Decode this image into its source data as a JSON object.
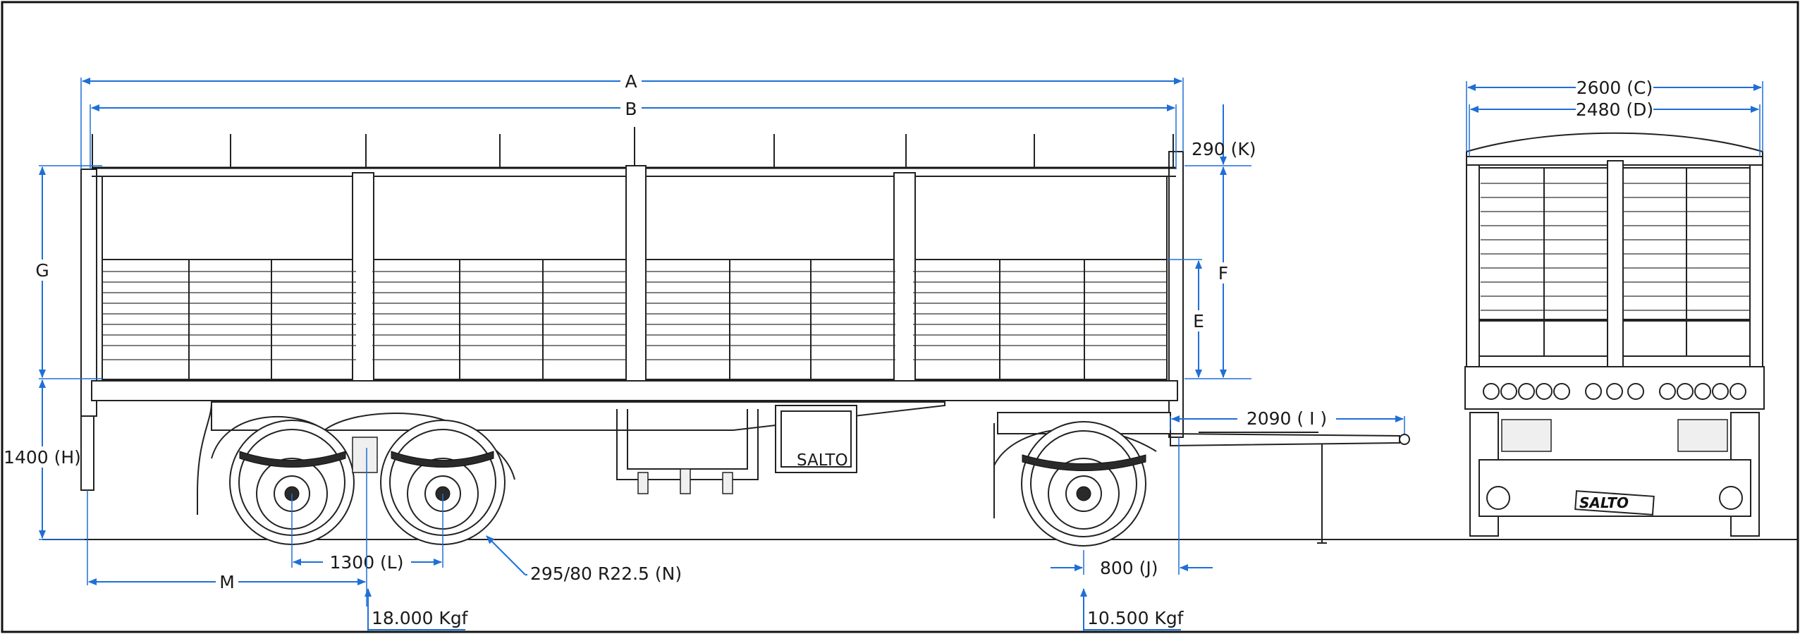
{
  "dimensions": {
    "A": "A",
    "B": "B",
    "C": "2600 (C)",
    "D": "2480 (D)",
    "E": "E",
    "F": "F",
    "G": "G",
    "H": "1400 (H)",
    "I": "2090 ( I )",
    "J": "800 (J)",
    "K": "290 (K)",
    "L": "1300 (L)",
    "M": "M",
    "N": "295/80 R22.5 (N)"
  },
  "loads": {
    "rear_axles": "18.000 Kgf",
    "front_axle": "10.500 Kgf"
  },
  "brand": {
    "rear_plate_logo": "SALTO",
    "toolbox_logo": "SALTO"
  },
  "colors": {
    "dimension_line": "#1f6fd6",
    "drawing_line": "#222222"
  }
}
